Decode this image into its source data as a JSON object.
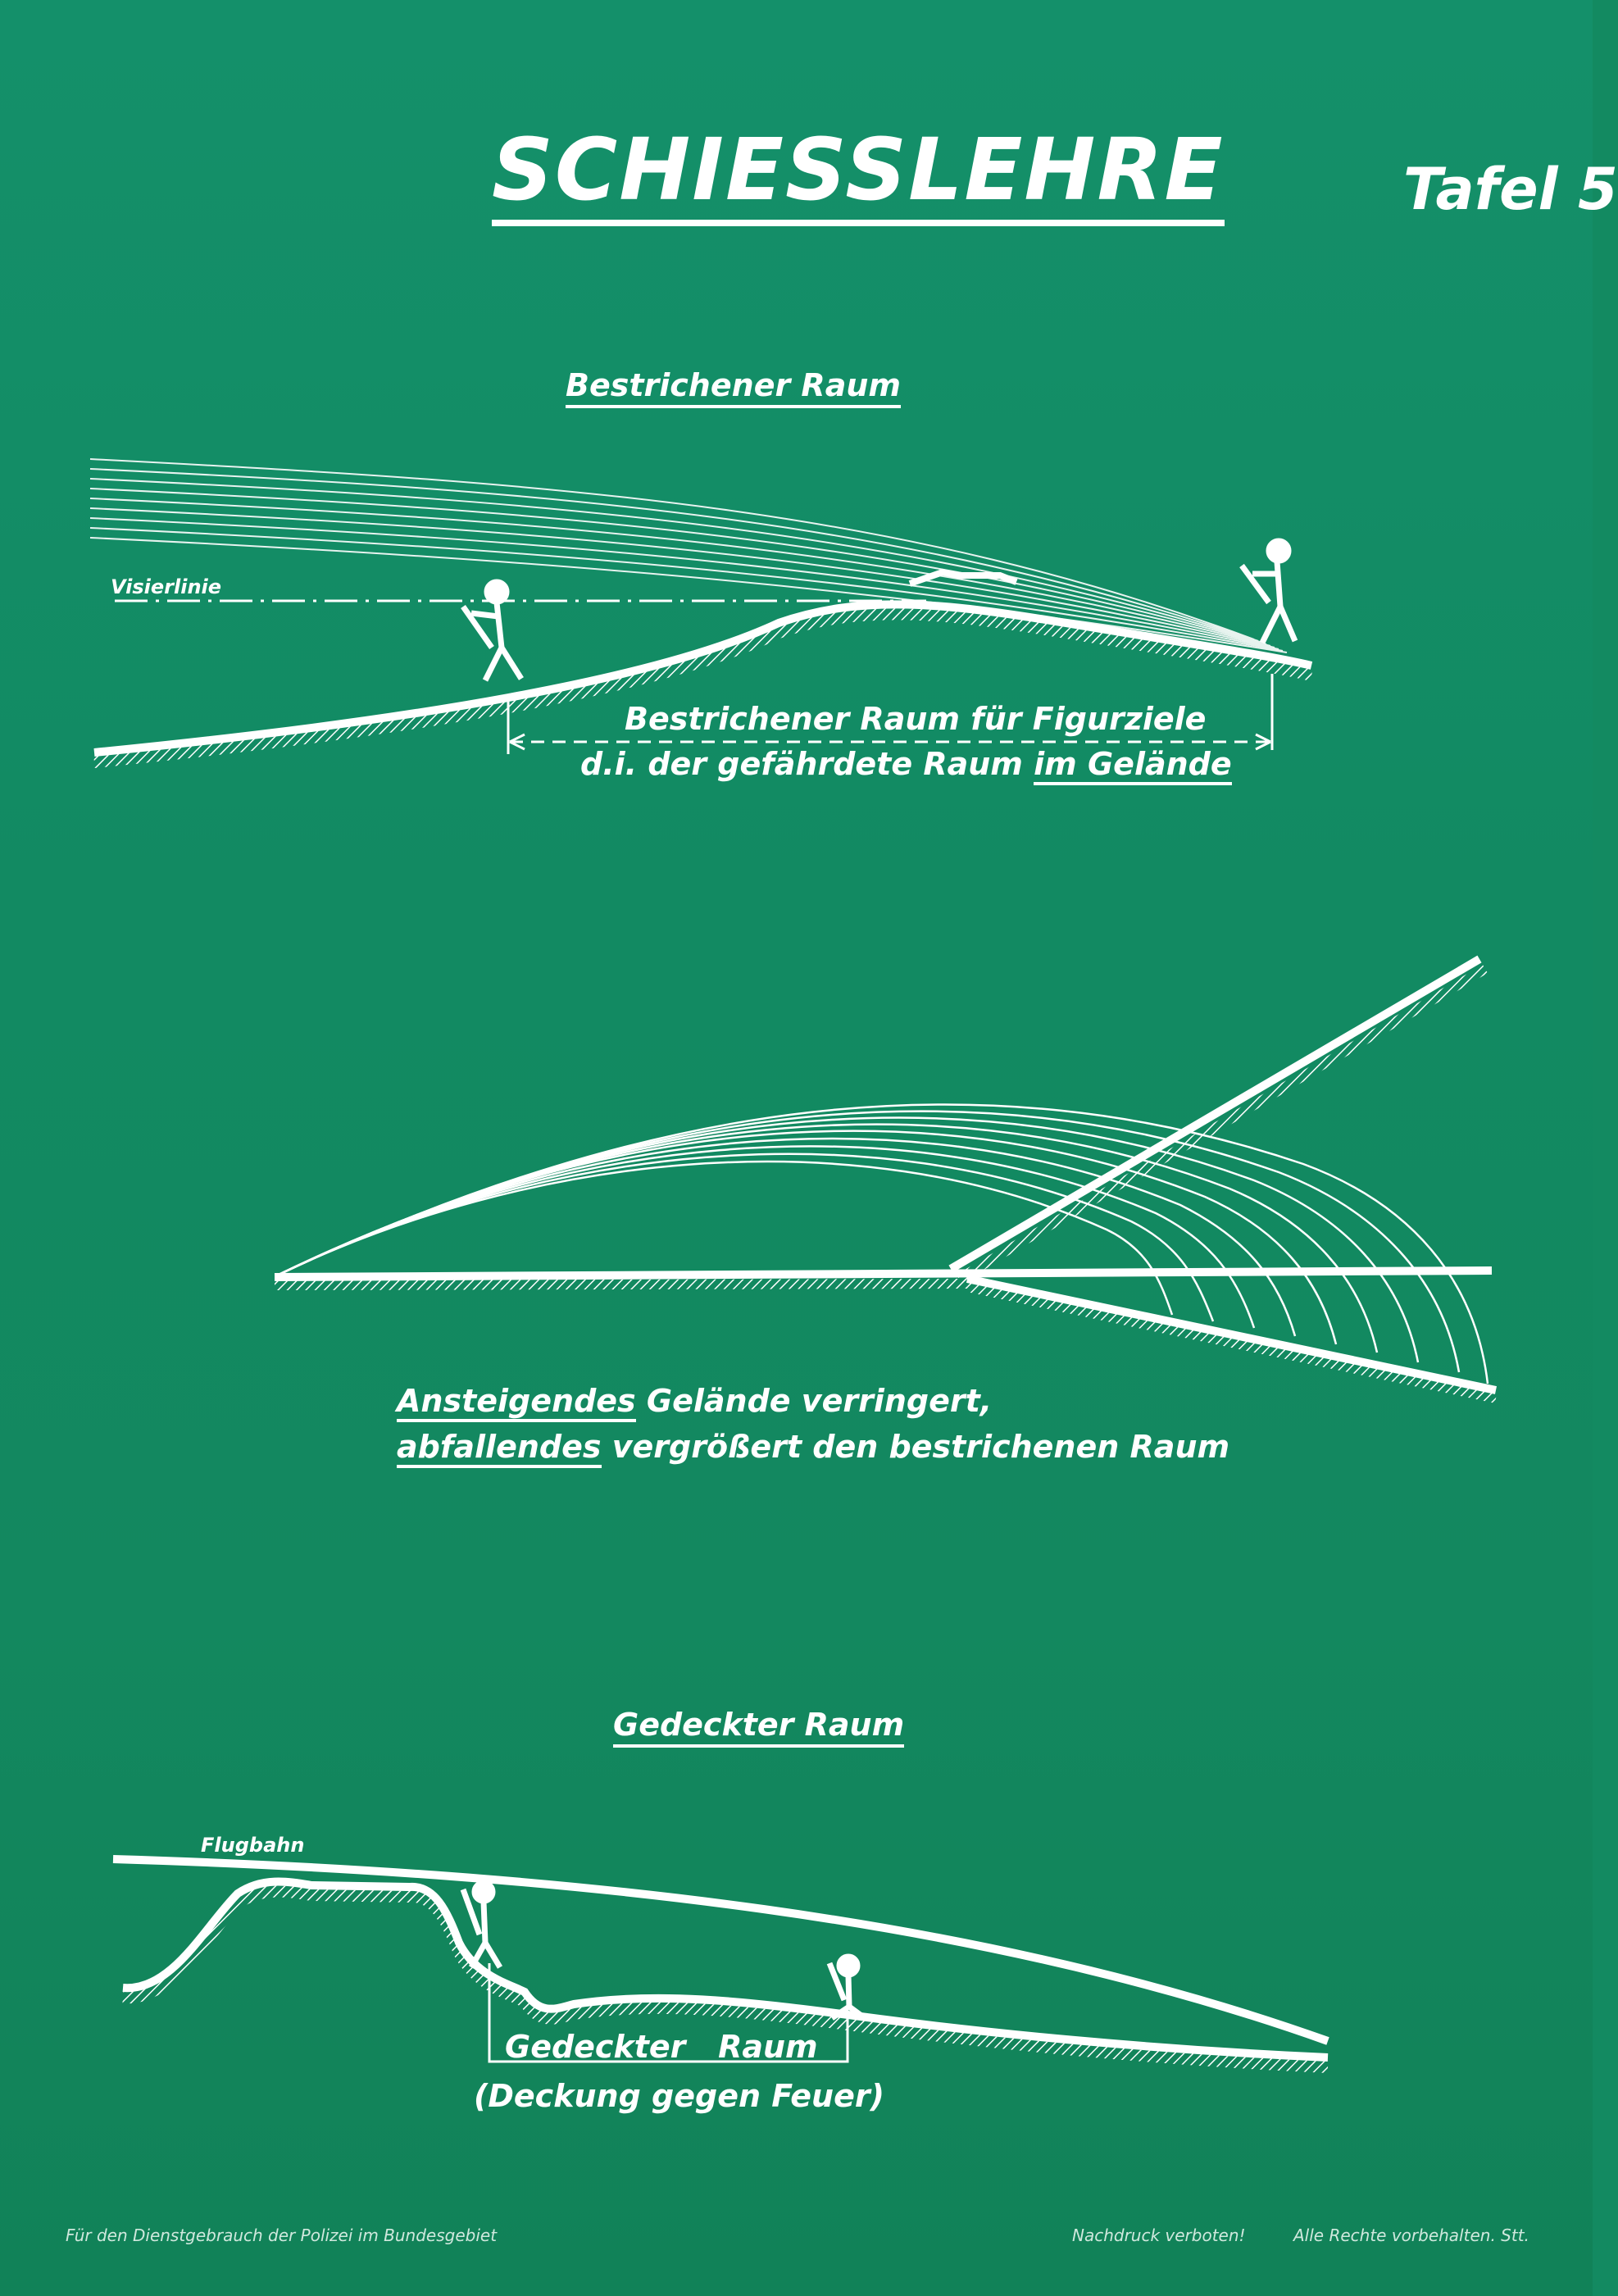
{
  "header": {
    "title": "SCHIESSLEHRE",
    "plate": "Tafel 5"
  },
  "section1": {
    "heading": "Bestrichener Raum",
    "sight_line_label": "Visierlinie",
    "caption_line1": "Bestrichener Raum für Figurziele",
    "caption_line2_pre": "d.i. der gefährdete Raum",
    "caption_line2_underlined": "im Gelände"
  },
  "section2": {
    "line1_underlined": "Ansteigendes",
    "line1_rest": "Gelände verringert,",
    "line2_underlined": "abfallendes",
    "line2_rest": "vergrößert den bestrichenen Raum"
  },
  "section3": {
    "heading": "Gedeckter Raum",
    "trajectory_label": "Flugbahn",
    "caption_line1": "Gedeckter   Raum",
    "caption_line2": "(Deckung gegen Feuer)"
  },
  "footer": {
    "left": "Für den Dienstgebrauch der Polizei im Bundesgebiet",
    "notice": "Nachdruck verboten!",
    "rights": "Alle Rechte vorbehalten. Stt."
  },
  "colors": {
    "background": "#13885f",
    "ink": "#ffffff"
  }
}
